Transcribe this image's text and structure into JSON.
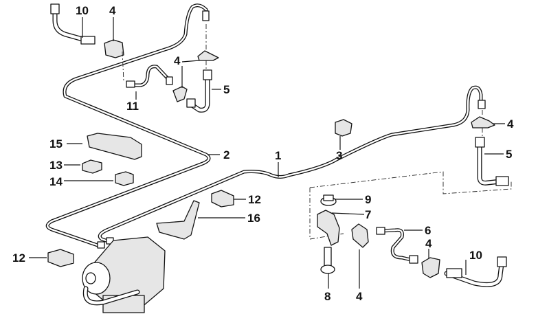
{
  "diagram": {
    "type": "exploded parts diagram",
    "subject": "brake pipes and hoses with clips, brackets and hydraulic unit",
    "callouts": [
      {
        "id": "c10a",
        "label": "10",
        "part": "brake-hose"
      },
      {
        "id": "c4a",
        "label": "4",
        "part": "pipe-clip"
      },
      {
        "id": "c4b",
        "label": "4",
        "part": "pipe-clip"
      },
      {
        "id": "c5a",
        "label": "5",
        "part": "brake-hose"
      },
      {
        "id": "c11",
        "label": "11",
        "part": "brake-pipe"
      },
      {
        "id": "c15",
        "label": "15",
        "part": "pipe-holder"
      },
      {
        "id": "c13",
        "label": "13",
        "part": "clip"
      },
      {
        "id": "c14",
        "label": "14",
        "part": "clip"
      },
      {
        "id": "c2",
        "label": "2",
        "part": "brake-pipe"
      },
      {
        "id": "c1",
        "label": "1",
        "part": "brake-pipe"
      },
      {
        "id": "c3",
        "label": "3",
        "part": "clip"
      },
      {
        "id": "c4c",
        "label": "4",
        "part": "pipe-clip"
      },
      {
        "id": "c5b",
        "label": "5",
        "part": "brake-hose"
      },
      {
        "id": "c12a",
        "label": "12",
        "part": "clip"
      },
      {
        "id": "c16",
        "label": "16",
        "part": "holder"
      },
      {
        "id": "c12b",
        "label": "12",
        "part": "clip"
      },
      {
        "id": "c9",
        "label": "9",
        "part": "nut"
      },
      {
        "id": "c7",
        "label": "7",
        "part": "bracket"
      },
      {
        "id": "c6",
        "label": "6",
        "part": "brake-pipe"
      },
      {
        "id": "c4d",
        "label": "4",
        "part": "pipe-clip"
      },
      {
        "id": "c4e",
        "label": "4",
        "part": "pipe-clip"
      },
      {
        "id": "c10b",
        "label": "10",
        "part": "brake-hose"
      },
      {
        "id": "c8",
        "label": "8",
        "part": "bolt"
      }
    ]
  }
}
